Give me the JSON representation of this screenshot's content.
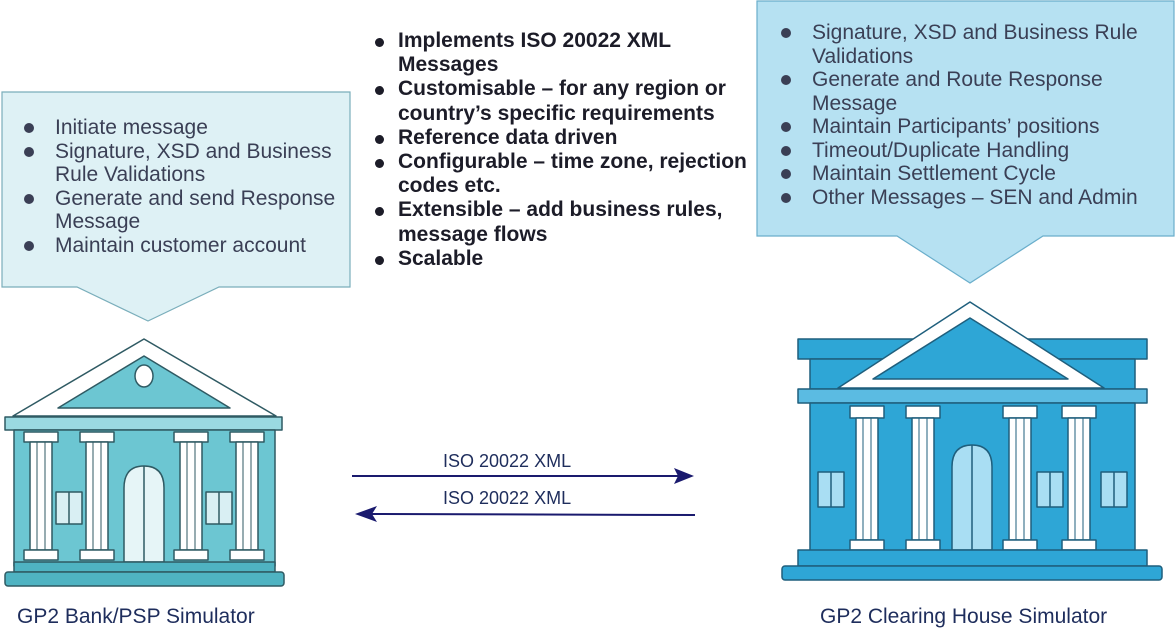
{
  "bank_callout": {
    "items": [
      "Initiate message",
      "Signature, XSD and Business Rule Validations",
      "Generate and send Response Message",
      "Maintain customer account"
    ]
  },
  "features": {
    "items": [
      "Implements ISO 20022 XML Messages",
      "Customisable – for any region or country’s specific requirements",
      "Reference data driven",
      "Configurable – time zone, rejection codes etc.",
      "Extensible – add business rules, message flows",
      "Scalable"
    ]
  },
  "clearing_callout": {
    "items": [
      "Signature, XSD and Business Rule Validations",
      "Generate and Route Response Message",
      "Maintain Participants’ positions",
      "Timeout/Duplicate Handling",
      "Maintain Settlement Cycle",
      "Other Messages – SEN and Admin"
    ]
  },
  "arrows": {
    "request_label": "ISO 20022 XML",
    "response_label": "ISO 20022 XML"
  },
  "bank": {
    "caption": "GP2 Bank/PSP Simulator"
  },
  "clearing_house": {
    "caption": "GP2 Clearing House Simulator"
  },
  "colors": {
    "bank_callout_fill": "#def1f5",
    "clearing_callout_fill": "#b6e1f2",
    "bank_building": "#6cc6d2",
    "clearing_building": "#2ea6d6",
    "arrow": "#1a1a6e",
    "caption_text": "#1e2d5c"
  }
}
